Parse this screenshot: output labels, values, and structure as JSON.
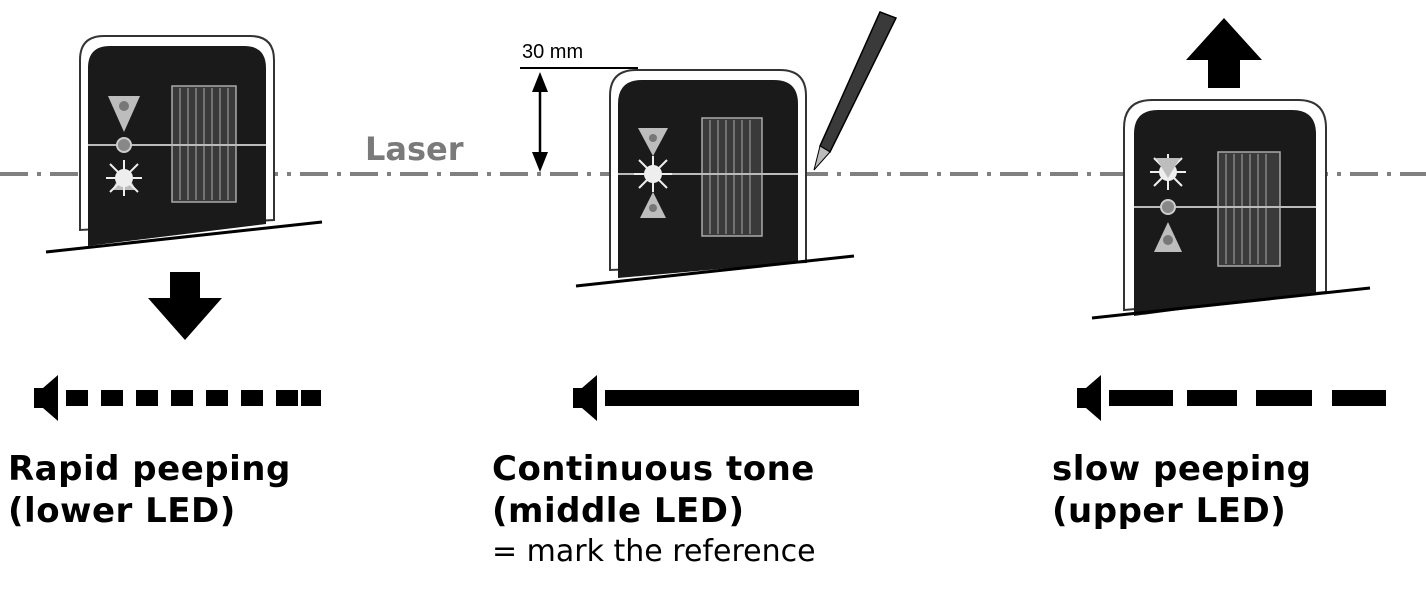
{
  "laser_label": "Laser",
  "measurement_label": "30 mm",
  "panels": [
    {
      "id": "left",
      "line1": "Rapid peeping",
      "line2": "(lower LED)",
      "note": ""
    },
    {
      "id": "middle",
      "line1": "Continuous tone",
      "line2": "(middle LED)",
      "note": "= mark the reference"
    },
    {
      "id": "right",
      "line1": "slow peeping",
      "line2": "(upper LED)",
      "note": ""
    }
  ],
  "icons": [
    "device-icon",
    "speaker-icon",
    "arrow-down-icon",
    "arrow-up-icon",
    "pencil-icon",
    "led-icon"
  ],
  "colors": {
    "device": "#1a1a1a",
    "laser": "#808080",
    "led": "#bdbdbd"
  }
}
